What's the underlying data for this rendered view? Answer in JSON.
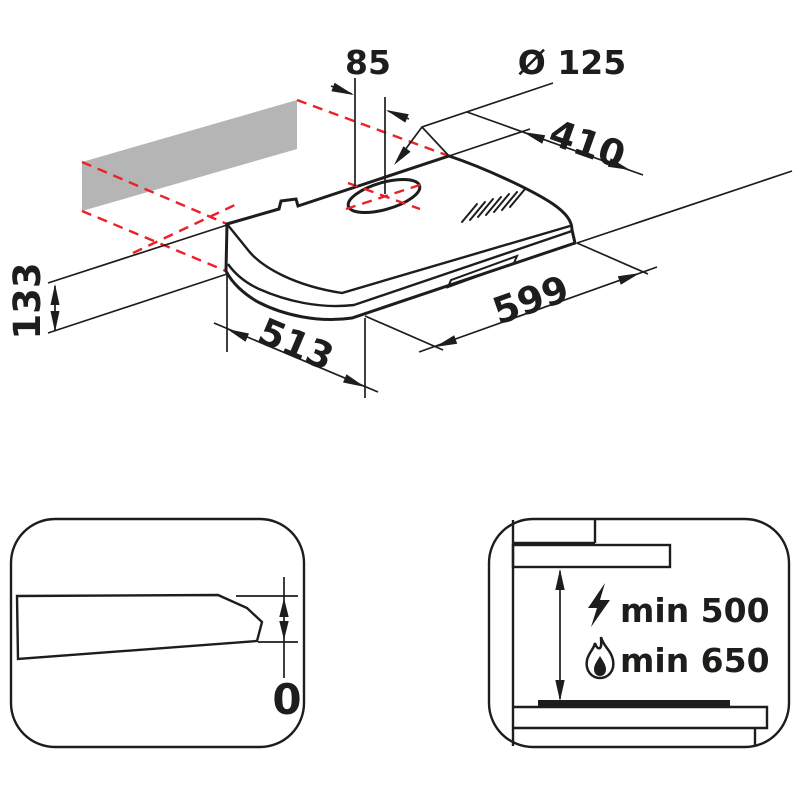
{
  "colors": {
    "line": "#1d1d1b",
    "red_dash": "#ec2028",
    "wall_panel_gray": "#b5b5b5",
    "background": "#ffffff"
  },
  "isometric": {
    "duct_offset": "85",
    "duct_diameter": "Ø 125",
    "top_depth": "410",
    "width": "599",
    "bottom_depth": "513",
    "height": "133"
  },
  "profile_box": {
    "bottom_clearance": "0"
  },
  "clearance_box": {
    "electric": {
      "icon": "lightning-icon",
      "label": "min 500"
    },
    "gas": {
      "icon": "flame-icon",
      "label": "min 650"
    }
  }
}
